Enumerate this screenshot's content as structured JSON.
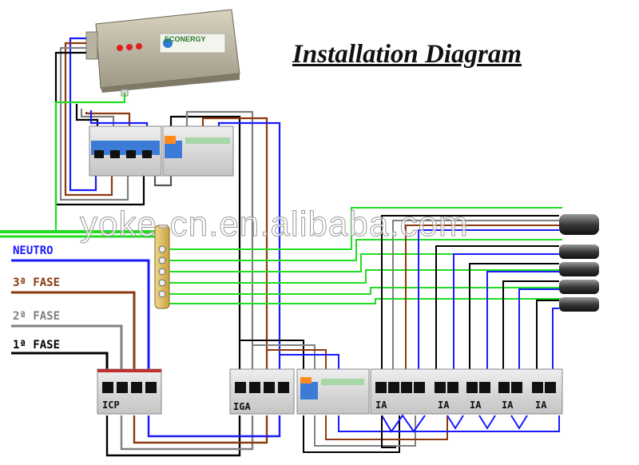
{
  "title": "Installation Diagram",
  "watermark": "yoke-cn.en.alibaba.com",
  "device_brand": "ECONERGY",
  "supply_labels": {
    "neutro": "NEUTRO",
    "fase3": "3ª FASE",
    "fase2": "2ª FASE",
    "fase1": "1ª FASE"
  },
  "breakers": {
    "icp": "ICP",
    "iga": "IGA",
    "ia1": "IA",
    "ia2": "IA",
    "ia3": "IA",
    "ia4": "IA",
    "ia5": "IA"
  },
  "colors": {
    "neutro": "#1a1aff",
    "fase3": "#8b3a0f",
    "fase2": "#808080",
    "fase1": "#000000",
    "earth": "#22dd22"
  }
}
